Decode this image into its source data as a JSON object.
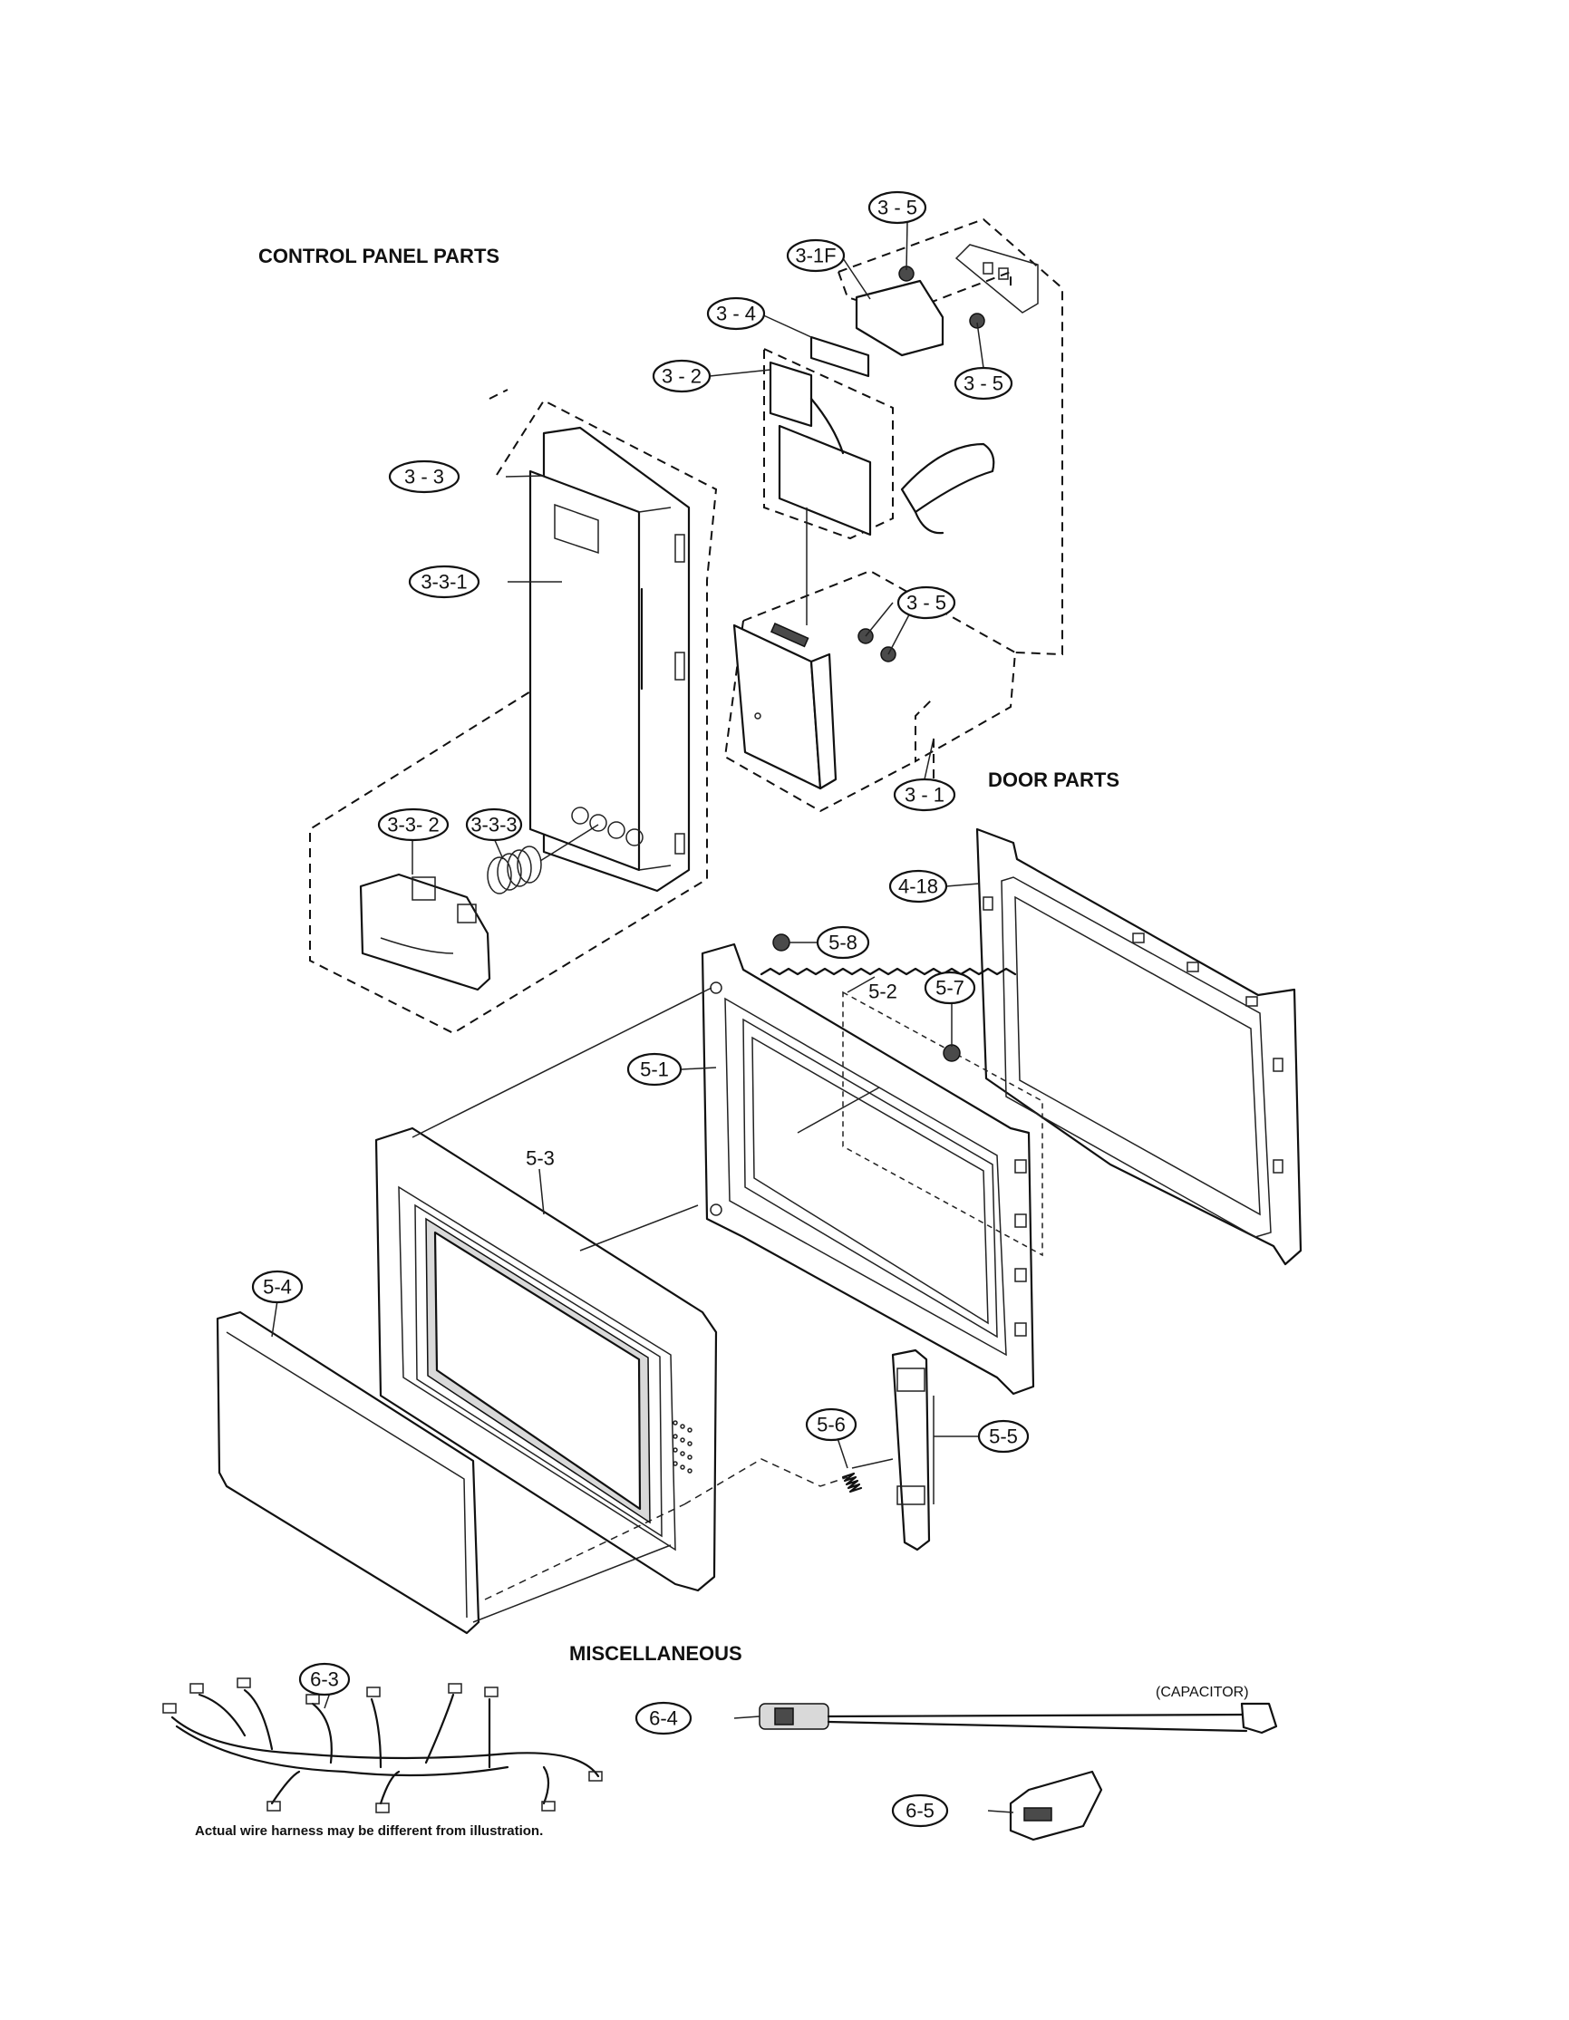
{
  "sections": {
    "control_panel": "CONTROL PANEL PARTS",
    "door": "DOOR PARTS",
    "misc": "MISCELLANEOUS"
  },
  "callouts": {
    "c35a": "3 - 5",
    "c31f": "3-1F",
    "c34": "3 - 4",
    "c35b": "3 - 5",
    "c32": "3 - 2",
    "c33": "3 - 3",
    "c331": "3-3-1",
    "c35c": "3 - 5",
    "c31": "3 - 1",
    "c332": "3-3- 2",
    "c333": "3-3-3",
    "c418": "4-18",
    "c58": "5-8",
    "c52": "5-2",
    "c57": "5-7",
    "c51": "5-1",
    "c53": "5-3",
    "c54": "5-4",
    "c56": "5-6",
    "c55": "5-5",
    "c63": "6-3",
    "c64": "6-4",
    "c65": "6-5"
  },
  "notes": {
    "capacitor": "(CAPACITOR)",
    "harness": "Actual wire harness may be different from illustration."
  }
}
